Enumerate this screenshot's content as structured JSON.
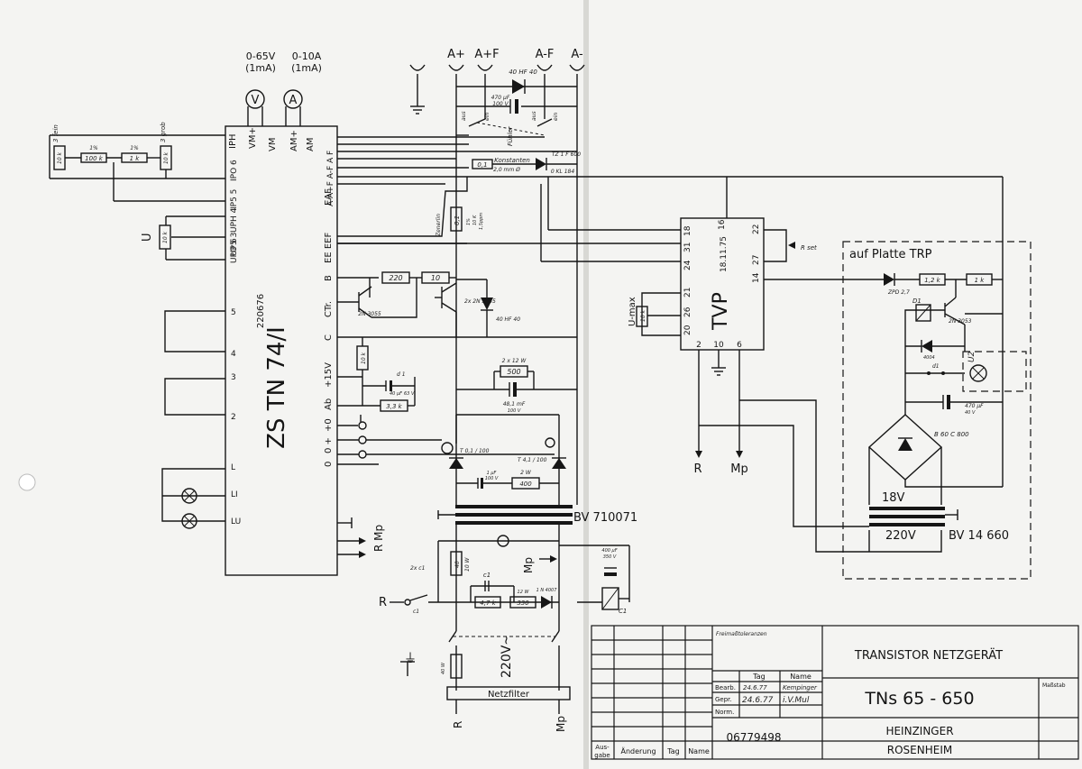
{
  "meters": {
    "volt": {
      "symbol": "V",
      "range": "0-65V",
      "unit": "(1mA)"
    },
    "amp": {
      "symbol": "A",
      "range": "0-10A",
      "unit": "(1mA)"
    }
  },
  "terminals": [
    "A+",
    "A+F",
    "A-F",
    "A-"
  ],
  "zs_module": {
    "name": "ZS TN 74/I",
    "number": "220676",
    "top_pins": [
      "IPH",
      "VM+",
      "VM",
      "AM+",
      "AM",
      "A-A+F A-F A F"
    ],
    "top_sub": [
      "1"
    ],
    "left_pins": [
      "IPO 6",
      "IP5 5",
      "UPH 4",
      "UP5 3",
      "UPO 6",
      "5",
      "4",
      "3",
      "2",
      "L",
      "LI",
      "LU"
    ],
    "left_pin_codes": [
      "UPH",
      "UP5",
      "UPO",
      "4",
      "3",
      "6"
    ],
    "right_pins": [
      "EAF",
      "EE",
      "EEF",
      "B",
      "CTr.",
      "C",
      "+15V",
      "Ab",
      "+0",
      "0 +",
      "0"
    ],
    "right_ee": "EE EEF"
  },
  "potentiometers": {
    "fein": "3 fein",
    "grob": "3 grob",
    "r_left": "10 k",
    "r_100k": "100 k",
    "r_1k": "1 k",
    "r_right": "10 k",
    "tol1": "1%",
    "tol2": "1%",
    "u_label": "U",
    "u_pot": "10 k"
  },
  "components": {
    "diode_top": "40 HF 40",
    "cap_top": [
      "470 µF",
      "100 V"
    ],
    "sw_aus": "aus",
    "sw_ein": "ein",
    "fuehler": "Fühler",
    "shunt": "0,1",
    "shunt_label": "Konstanten",
    "shunt_wire": "2,0 mm Ø",
    "diode_tz": "TZ 1 F 600",
    "diode_kl": "0 KL 184",
    "zener_label": "Zenerlin",
    "res_01": [
      "0,1",
      "1%",
      "10 K",
      "1,5ppm"
    ],
    "r220": "220",
    "r10": "10",
    "t1": "2N 3055",
    "t2": "2x 2N 3055",
    "d40": "40 HF 40",
    "r10k": "10 k",
    "d1": "d 1",
    "cap_68": [
      "40 µF",
      "63 V"
    ],
    "r33k": "3,3 k",
    "r500": "500",
    "r500_pw": "2 x 12 W",
    "cap_big": [
      "48,1 mF",
      "100 V"
    ],
    "thy1": "T 0,1 / 100",
    "thy2": "T 4,1 / 100",
    "cap_1u": [
      "1 µF",
      "100 V"
    ],
    "r400": "400",
    "r400_pw": "2 W"
  },
  "transformer_main": "BV 710071",
  "lower": {
    "sw_2xc1": "2x c1",
    "r40": "40",
    "r40w": "10 W",
    "c1": "c1",
    "r47k": "4,7 k",
    "r330": "330",
    "r330w": "12 W",
    "d4007": "1 N 4007",
    "cap_400": [
      "400 µF",
      "350 V"
    ],
    "relay": "C1",
    "c1b": "c1",
    "mp": "Mp",
    "r": "R",
    "mains": "220V~",
    "filter": "Netzfilter",
    "r_filter": "40 W",
    "gnd": "⏚"
  },
  "tvp": {
    "name": "TVP",
    "code": "18.11.75",
    "pins_left": [
      "18",
      "31",
      "24",
      "21",
      "26",
      "20"
    ],
    "pins_right": [
      "16",
      "22",
      "27",
      "14"
    ],
    "pins_bottom": [
      "2",
      "10",
      "6"
    ],
    "rset": "R set",
    "umax": "U-max",
    "umax_pot": "10 k",
    "out_r": "R",
    "out_mp": "Mp"
  },
  "trp": {
    "title": "auf Platte TRP",
    "zpd": "ZPD 2,7",
    "r12k": "1,2 k",
    "r1k": "1 k",
    "d1": "D1",
    "t": "2N 3053",
    "d4004": "4004",
    "d1b": "d1",
    "lamp": "U2",
    "cap": [
      "470 µF",
      "40 V"
    ],
    "bridge": "B 60 C 800",
    "v18": "18V",
    "v220": "220V",
    "transformer": "BV 14 660"
  },
  "title_block": {
    "freimass": "Freimaßtoleranzen",
    "tag": "Tag",
    "name": "Name",
    "rows": [
      {
        "label": "Bearb.",
        "date": "24.6.77",
        "name": "Kempinger"
      },
      {
        "label": "Gepr.",
        "date": "24.6.77",
        "name": "i.V.Mul"
      },
      {
        "label": "Norm.",
        "date": "",
        "name": ""
      }
    ],
    "title": "TRANSISTOR  NETZGERÄT",
    "model": "TNs  65 - 650",
    "massstab": "Maßstab",
    "drawing_no": "06779498",
    "company": "HEINZINGER",
    "city": "ROSENHEIM",
    "rev_cols": [
      "Aus-\ngabe",
      "Änderung",
      "Tag",
      "Name"
    ]
  }
}
